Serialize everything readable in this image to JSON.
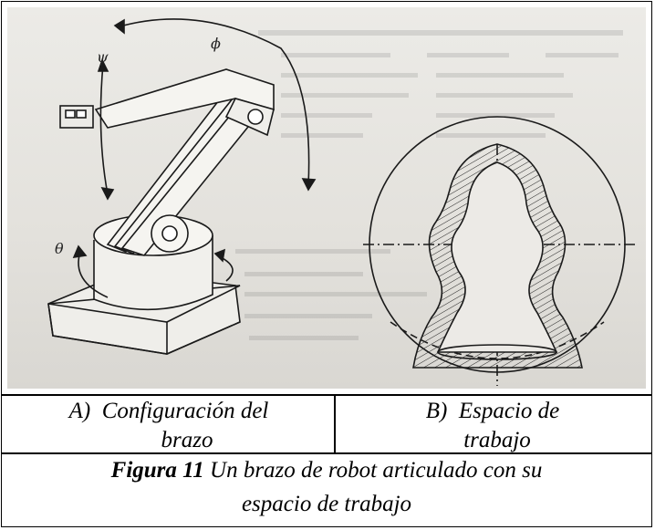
{
  "figure": {
    "panel_a": {
      "letter": "A)",
      "line1": "Configuración del",
      "line2": "brazo",
      "joint_labels": [
        "ψ",
        "ϕ",
        "θ"
      ]
    },
    "panel_b": {
      "letter": "B)",
      "line1": "Espacio de",
      "line2": "trabajo"
    },
    "caption": {
      "label": "Figura 11",
      "text_line1": " Un brazo de robot articulado con su",
      "text_line2": "espacio de trabajo"
    }
  }
}
